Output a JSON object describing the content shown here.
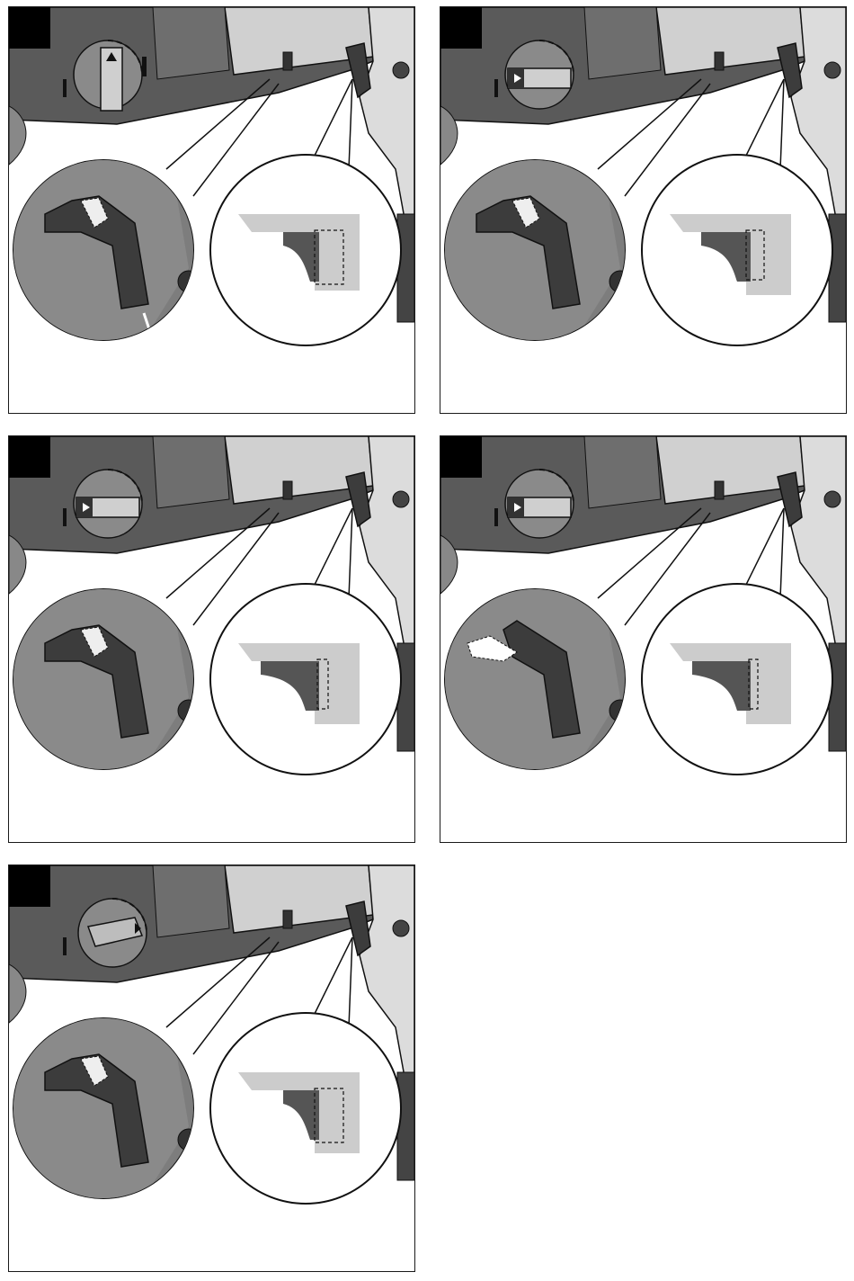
{
  "figure": {
    "panels": [
      {
        "id": "p1",
        "dial_mode": "chisel",
        "lock_state": "released"
      },
      {
        "id": "p2",
        "dial_mode": "drill",
        "lock_state": "released"
      },
      {
        "id": "p3",
        "dial_mode": "drill",
        "lock_state": "released"
      },
      {
        "id": "p4",
        "dial_mode": "drill",
        "lock_state": "engaged"
      },
      {
        "id": "p5",
        "dial_mode": "vario-lock",
        "lock_state": "released"
      }
    ],
    "colors": {
      "housing_dark": "#5a5a5a",
      "housing_mid": "#7d7d7d",
      "housing_light": "#cfcfcf",
      "outline": "#111111",
      "background": "#ffffff"
    }
  }
}
